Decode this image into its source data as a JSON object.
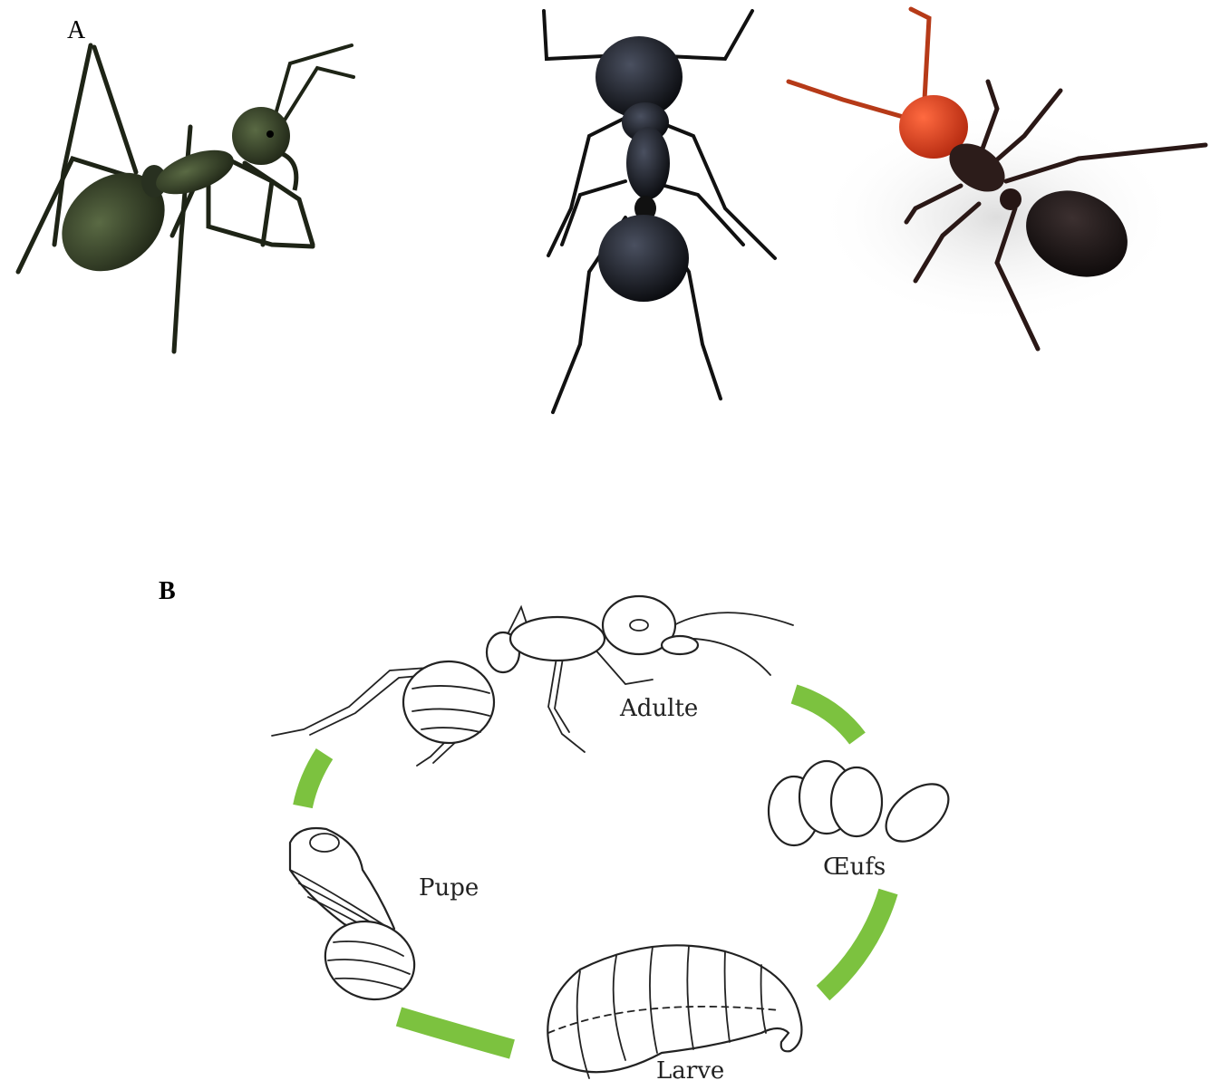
{
  "panels": {
    "a_label": "A",
    "b_label": "B"
  },
  "lifecycle": {
    "stages": {
      "adult": "Adulte",
      "eggs": "Œufs",
      "larva": "Larve",
      "pupa": "Pupe"
    },
    "arrow_color": "#7cc23f"
  },
  "photos": {
    "ant1_color": "#2b3320",
    "ant2_color": "#14161c",
    "ant3_head_color": "#d0391a",
    "ant3_body_color": "#241412"
  }
}
